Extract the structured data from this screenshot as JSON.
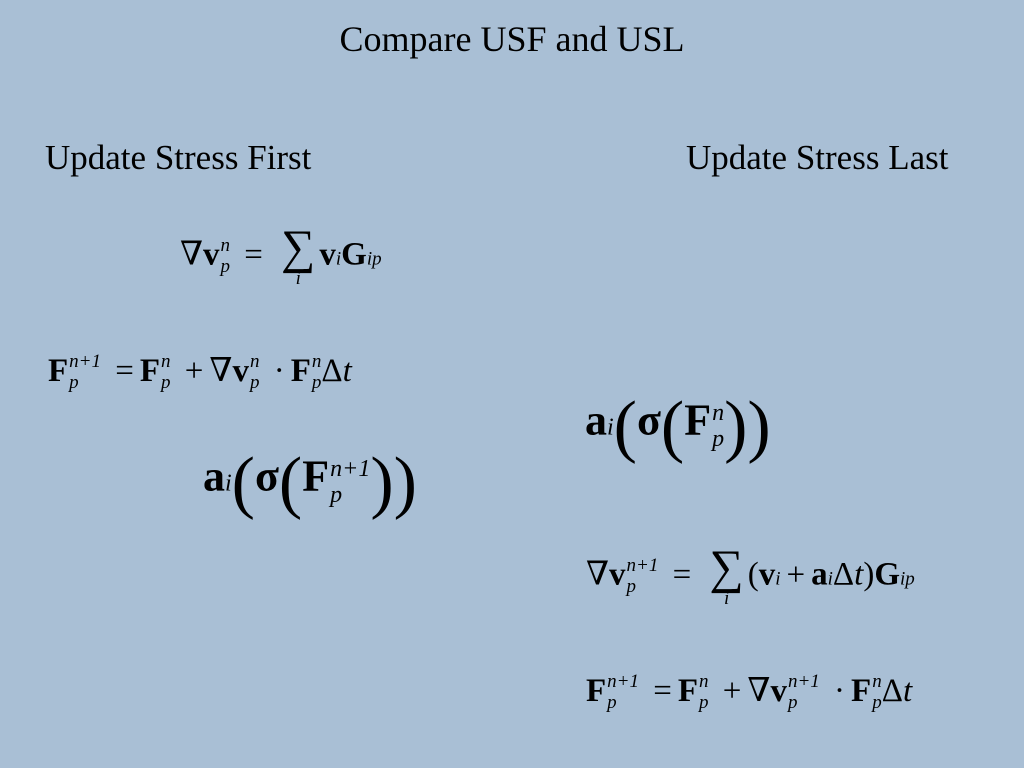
{
  "title": "Compare USF and USL",
  "left": {
    "heading": "Update Stress First"
  },
  "right": {
    "heading": "Update Stress Last"
  }
}
